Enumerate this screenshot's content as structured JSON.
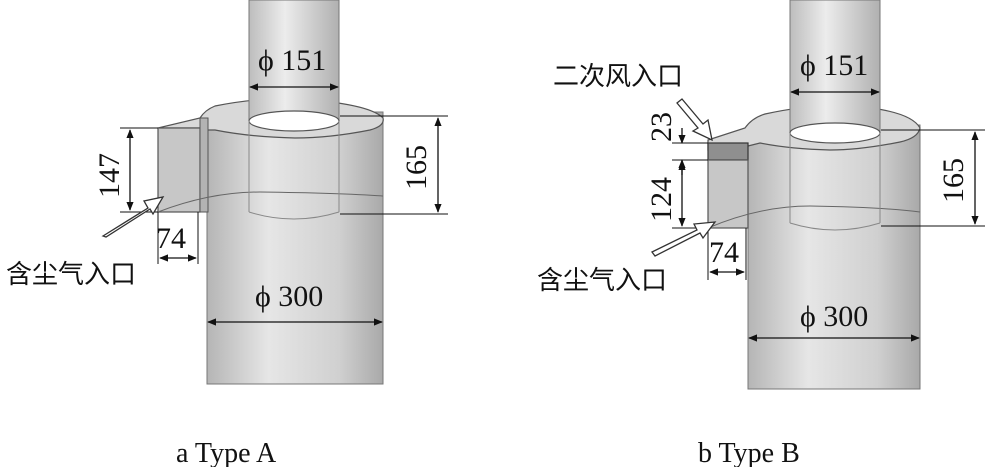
{
  "colors": {
    "shell_fill": "#d3d3d3",
    "shell_shade": "#bfbfbf",
    "hole_fill": "#ffffff",
    "line": "#111111"
  },
  "figure_a": {
    "pipe_diameter": "ϕ 151",
    "body_diameter": "ϕ 300",
    "inlet_height": "147",
    "pipe_insertion": "165",
    "inlet_width": "74",
    "dust_inlet_label": "含尘气入口",
    "caption": "a Type A"
  },
  "figure_b": {
    "pipe_diameter": "ϕ 151",
    "body_diameter": "ϕ 300",
    "secondary_height": "23",
    "inlet_height": "124",
    "pipe_insertion": "165",
    "inlet_width": "74",
    "secondary_inlet_label": "二次风入口",
    "dust_inlet_label": "含尘气入口",
    "caption": "b Type B"
  }
}
